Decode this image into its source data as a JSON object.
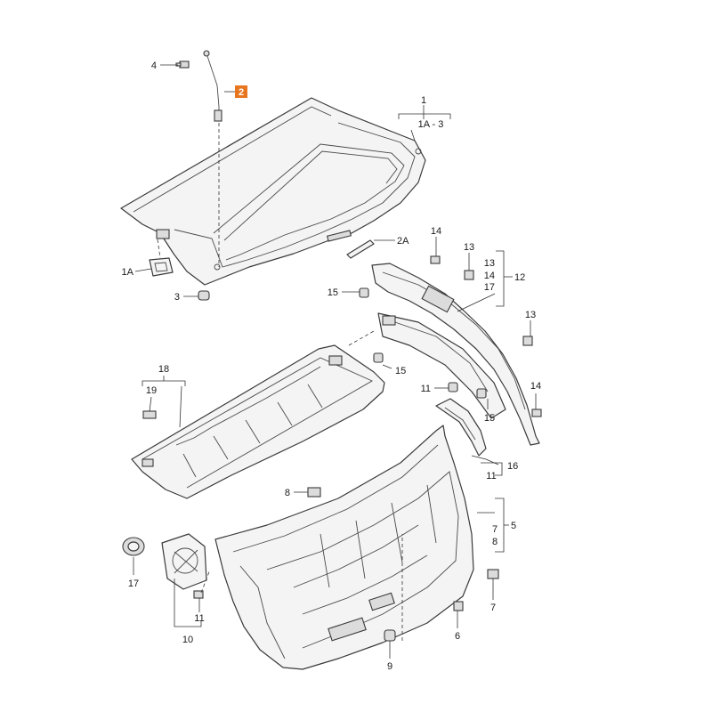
{
  "callouts": {
    "c4": "4",
    "c1": "1",
    "c1a_3": "1A - 3",
    "c2a": "2A",
    "c1a": "1A",
    "c3": "3",
    "c14_top": "14",
    "c13_top": "13",
    "c13_grp": "13",
    "c14_grp": "14",
    "c17_grp": "17",
    "c12": "12",
    "c15_a": "15",
    "c13_right": "13",
    "c15_b": "15",
    "c18": "18",
    "c19": "19",
    "c11_a": "11",
    "c15_c": "15",
    "c14_right": "14",
    "c11_b": "11",
    "c16": "16",
    "c8": "8",
    "c5": "5",
    "c7_grp": "7",
    "c8_grp": "8",
    "c17": "17",
    "c11_c": "11",
    "c10": "10",
    "c7": "7",
    "c6": "6",
    "c9": "9"
  },
  "highlight": {
    "label": "2",
    "color": "#e8761e"
  }
}
